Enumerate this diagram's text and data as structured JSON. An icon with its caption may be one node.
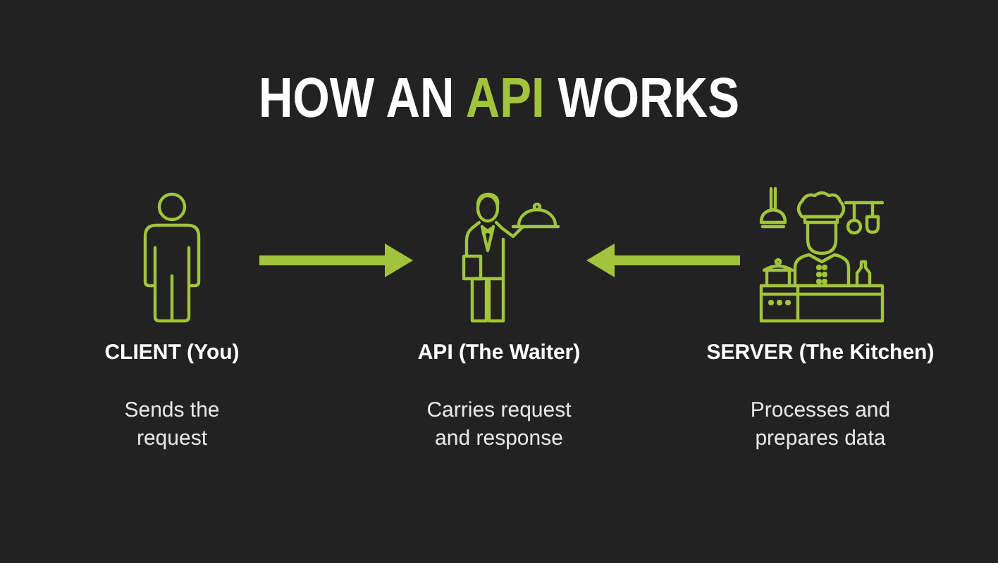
{
  "diagram": {
    "title": "HOW AN **API** WORKS",
    "nodes": [
      {
        "text": [],
        "shape": "picture",
        "beside": [
          "CLIENT (You)",
          "Sends the request"
        ]
      },
      {
        "text": [],
        "shape": "picture",
        "beside": [
          "API (The Waiter)",
          "Carries request and response"
        ]
      },
      {
        "text": [],
        "shape": "picture",
        "beside": [
          "SERVER (The Kitchen)",
          "Processes and prepares data"
        ]
      }
    ],
    "edges": [
      {
        "from": 0,
        "to": 1,
        "arrow": "to"
      },
      {
        "from": 2,
        "to": 1,
        "arrow": "to"
      }
    ]
  }
}
